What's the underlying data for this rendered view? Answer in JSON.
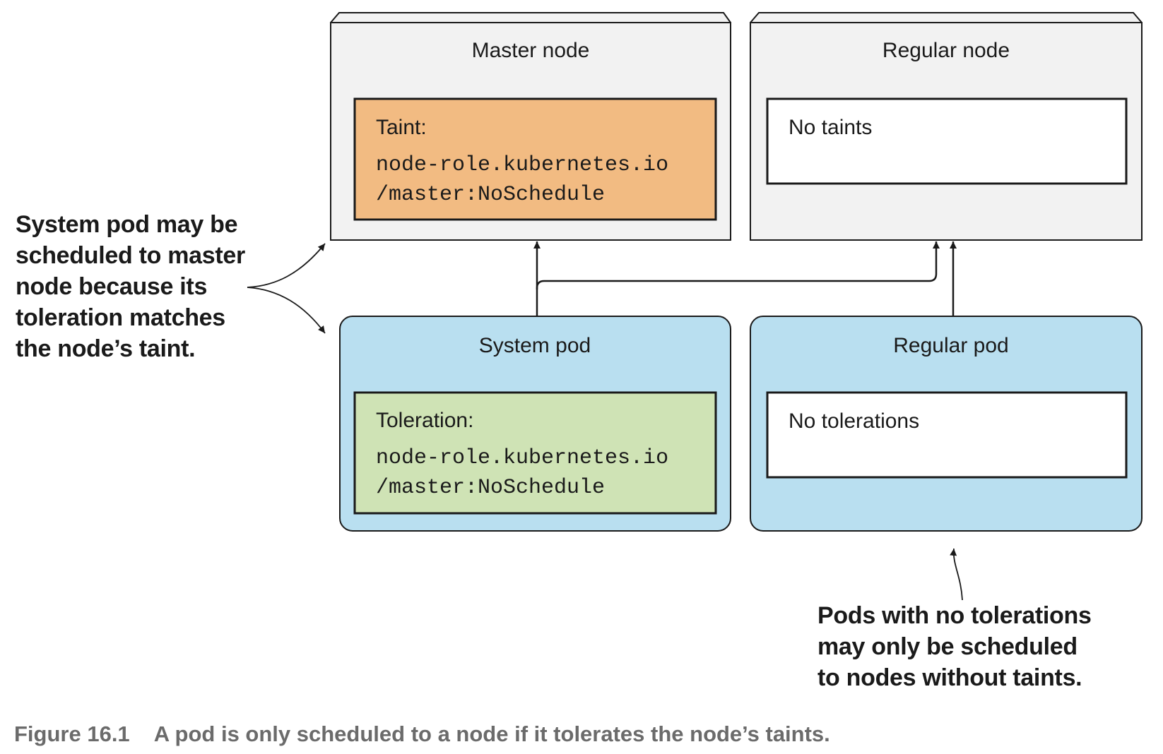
{
  "master_node": {
    "title": "Master node",
    "taint_label": "Taint:",
    "taint_line1": "node-role.kubernetes.io",
    "taint_line2": "/master:NoSchedule"
  },
  "regular_node": {
    "title": "Regular node",
    "taint_label": "No taints"
  },
  "system_pod": {
    "title": "System pod",
    "toleration_label": "Toleration:",
    "toleration_line1": "node-role.kubernetes.io",
    "toleration_line2": "/master:NoSchedule"
  },
  "regular_pod": {
    "title": "Regular pod",
    "toleration_label": "No tolerations"
  },
  "annotations": {
    "left": [
      "System pod may be",
      "scheduled to master",
      "node because its",
      "toleration matches",
      "the node’s taint."
    ],
    "bottom": [
      "Pods with no tolerations",
      "may only be scheduled",
      "to nodes without taints."
    ]
  },
  "caption": {
    "number": "Figure 16.1",
    "text": "A pod is only scheduled to a node if it tolerates the node’s taints."
  },
  "colors": {
    "node_fill": "#f2f2f2",
    "pod_fill": "#b9dff0",
    "taint_fill": "#f2bb82",
    "toleration_fill": "#cfe3b5",
    "caption": "#6b6b6b"
  }
}
